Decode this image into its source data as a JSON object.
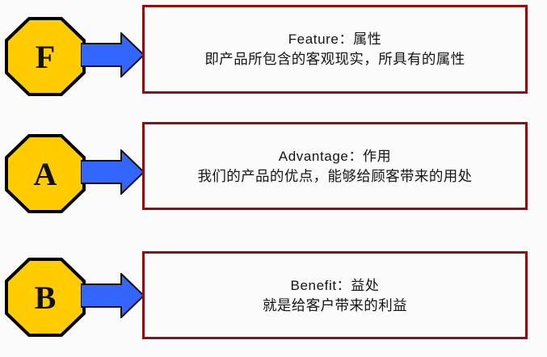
{
  "diagram": {
    "type": "fab-model-diagram",
    "background_color": "#fbfbfc",
    "colors": {
      "octagon_fill": "#ffcc00",
      "octagon_stroke": "#000000",
      "arrow_fill": "#3366ff",
      "arrow_stroke": "#000000",
      "box_border": "#8b1111",
      "box_fill": "#fbfbfc",
      "text_color": "#141414"
    },
    "rows": [
      {
        "badge_letter": "F",
        "badge_shape": "octagon",
        "arrow": "right-arrow",
        "title": "Feature：属性",
        "description": "即产品所包含的客观现实，所具有的属性"
      },
      {
        "badge_letter": "A",
        "badge_shape": "octagon",
        "arrow": "right-arrow",
        "title": "Advantage：作用",
        "description": "我们的产品的优点，能够给顾客带来的用处"
      },
      {
        "badge_letter": "B",
        "badge_shape": "octagon",
        "arrow": "right-arrow",
        "title": "Benefit：益处",
        "description": "就是给客户带来的利益"
      }
    ]
  }
}
